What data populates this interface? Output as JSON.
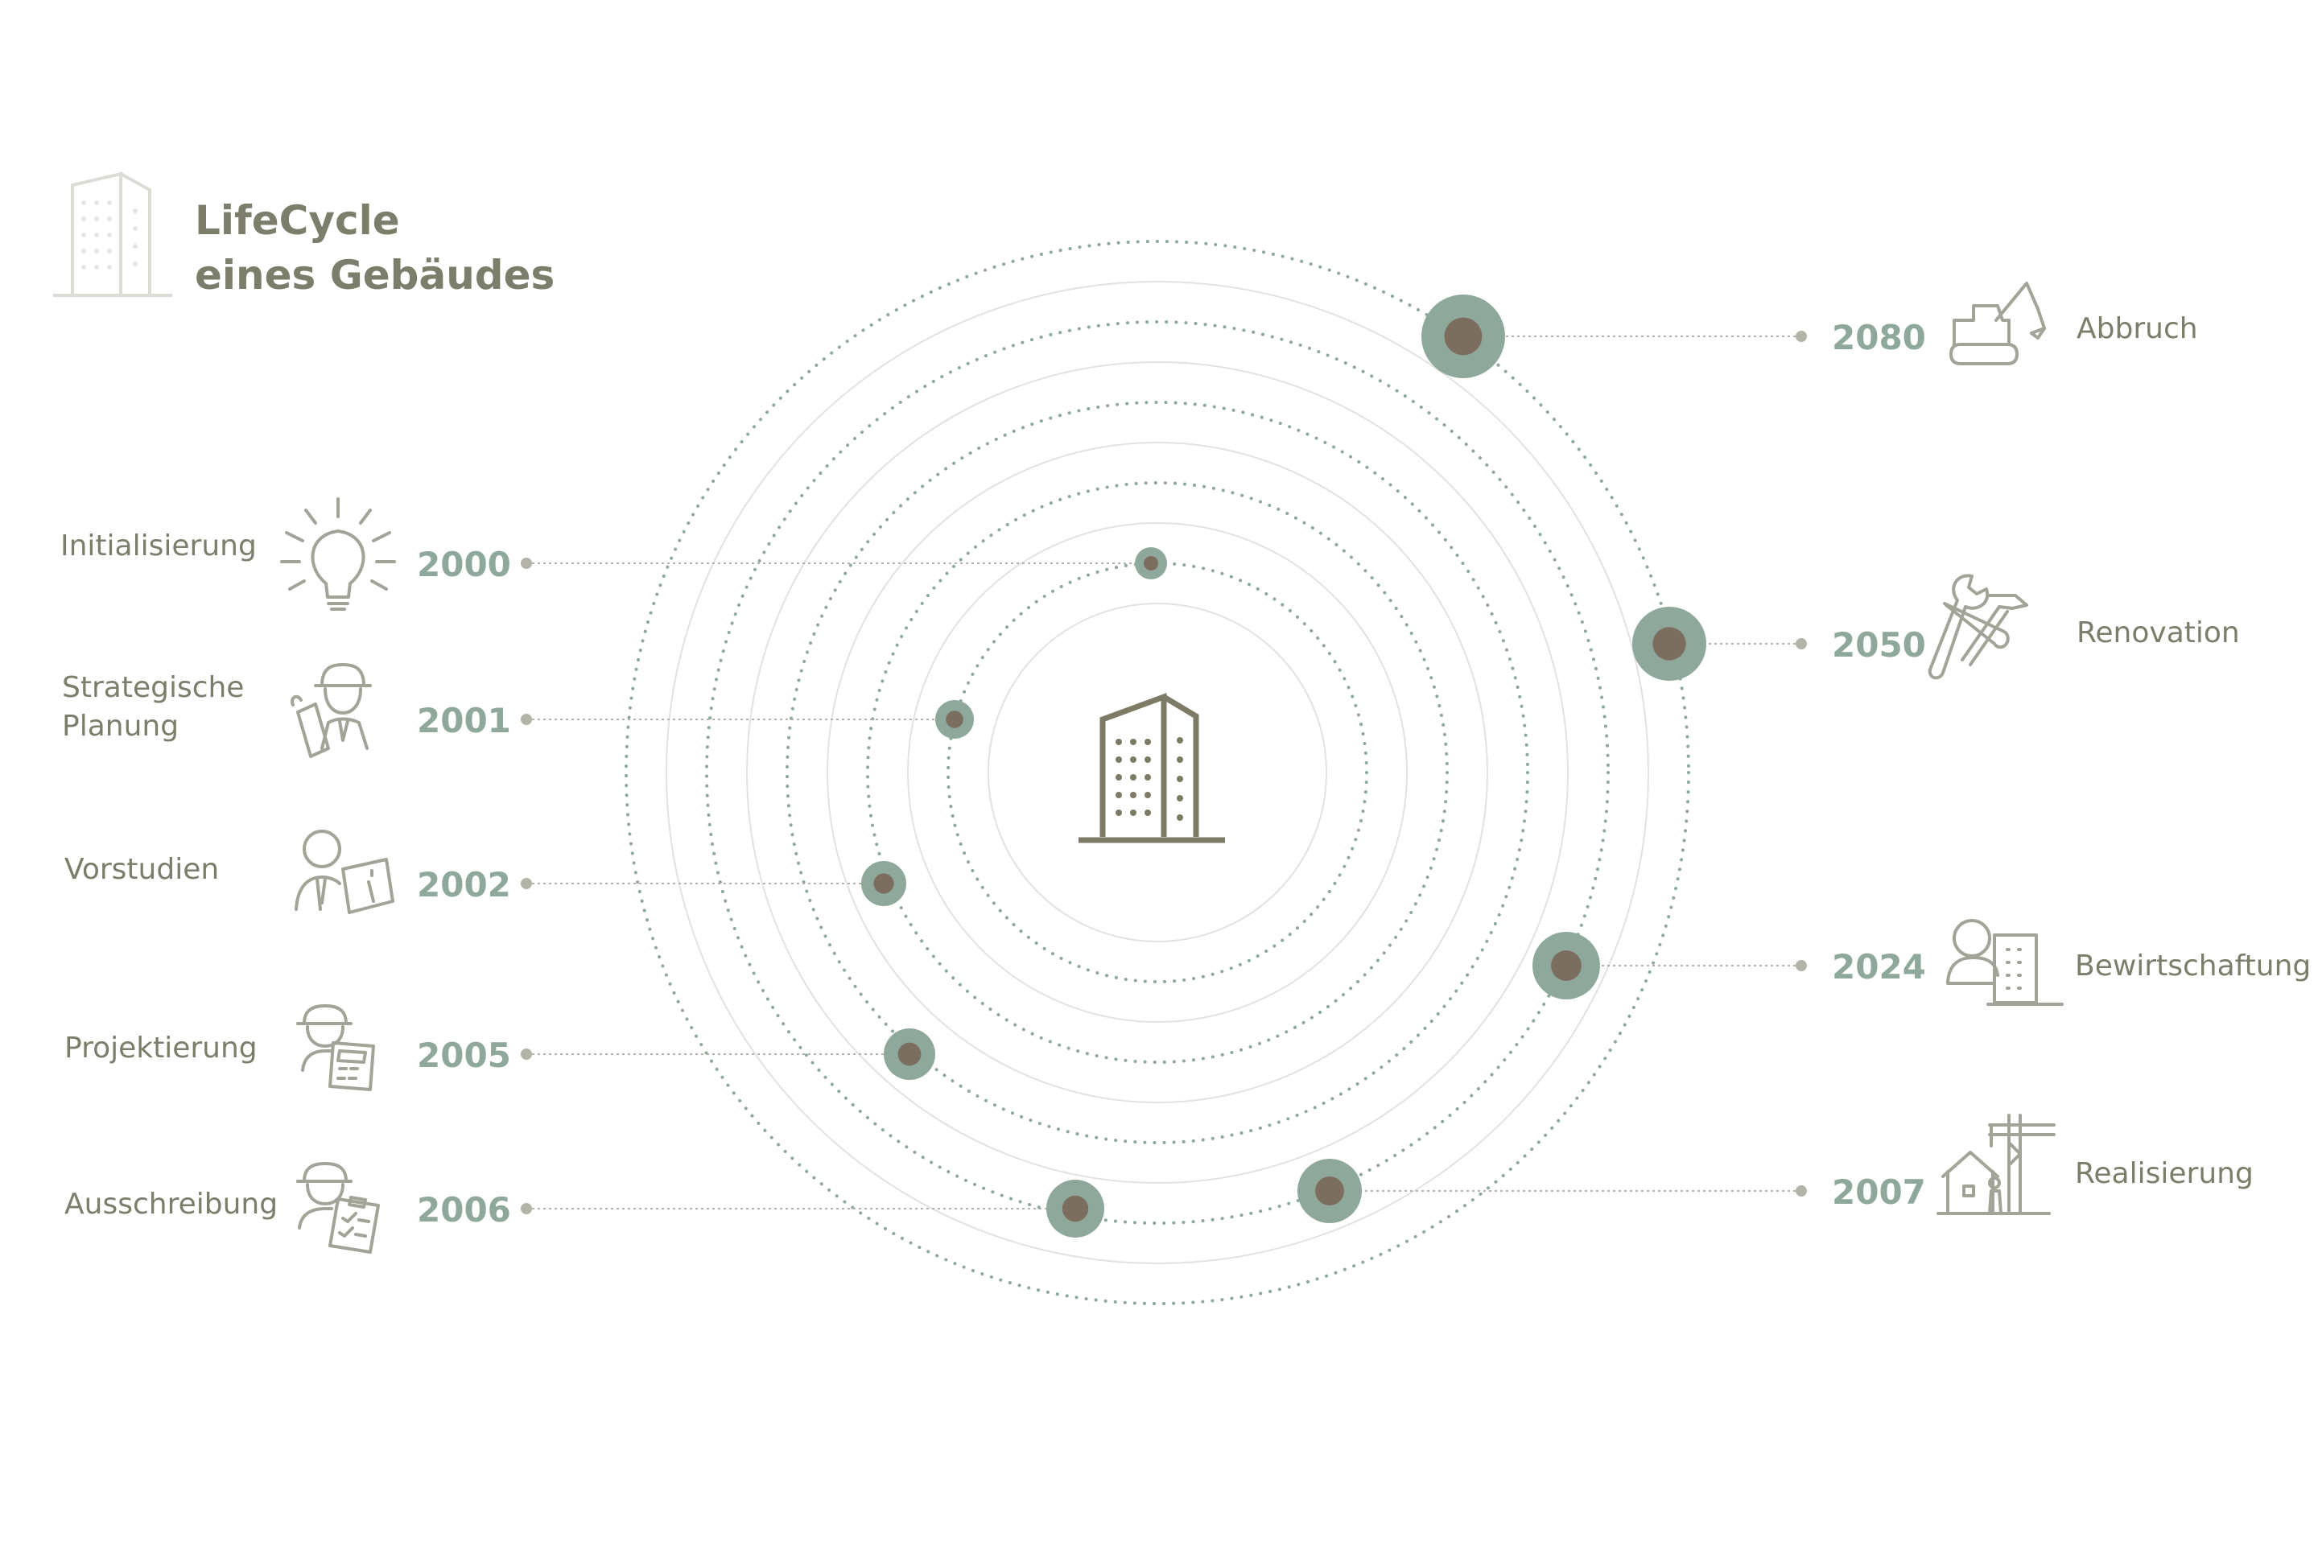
{
  "title": {
    "line1": "LifeCycle",
    "line2": "eines Gebäudes"
  },
  "colors": {
    "background": "#ffffff",
    "accent": "#8fa89c",
    "dot_core": "#7c6e5e",
    "label": "#7d7d6b",
    "year": "#8fa89c",
    "icon": "#a3a398",
    "center_icon": "#7d7a66",
    "ring_dotted": "#8fa89c",
    "ring_solid": "#e2e2e2",
    "leader": "#b3b3a8"
  },
  "center": {
    "icon": "office-building-icon"
  },
  "phases": [
    {
      "key": "initialisierung",
      "side": "left",
      "year": "2000",
      "label_lines": [
        "Initialisierung"
      ],
      "icon": "lightbulb-icon"
    },
    {
      "key": "strategische-planung",
      "side": "left",
      "year": "2001",
      "label_lines": [
        "Strategische",
        "Planung"
      ],
      "icon": "engineer-blueprint-icon"
    },
    {
      "key": "vorstudien",
      "side": "left",
      "year": "2002",
      "label_lines": [
        "Vorstudien"
      ],
      "icon": "person-info-document-icon"
    },
    {
      "key": "projektierung",
      "side": "left",
      "year": "2005",
      "label_lines": [
        "Projektierung"
      ],
      "icon": "engineer-calculator-icon"
    },
    {
      "key": "ausschreibung",
      "side": "left",
      "year": "2006",
      "label_lines": [
        "Ausschreibung"
      ],
      "icon": "engineer-clipboard-icon"
    },
    {
      "key": "abbruch",
      "side": "right",
      "year": "2080",
      "label_lines": [
        "Abbruch"
      ],
      "icon": "excavator-icon"
    },
    {
      "key": "renovation",
      "side": "right",
      "year": "2050",
      "label_lines": [
        "Renovation"
      ],
      "icon": "wrench-hammer-icon"
    },
    {
      "key": "bewirtschaftung",
      "side": "right",
      "year": "2024",
      "label_lines": [
        "Bewirtschaftung"
      ],
      "icon": "person-building-icon"
    },
    {
      "key": "realisierung",
      "side": "right",
      "year": "2007",
      "label_lines": [
        "Realisierung"
      ],
      "icon": "construction-crane-icon"
    }
  ]
}
